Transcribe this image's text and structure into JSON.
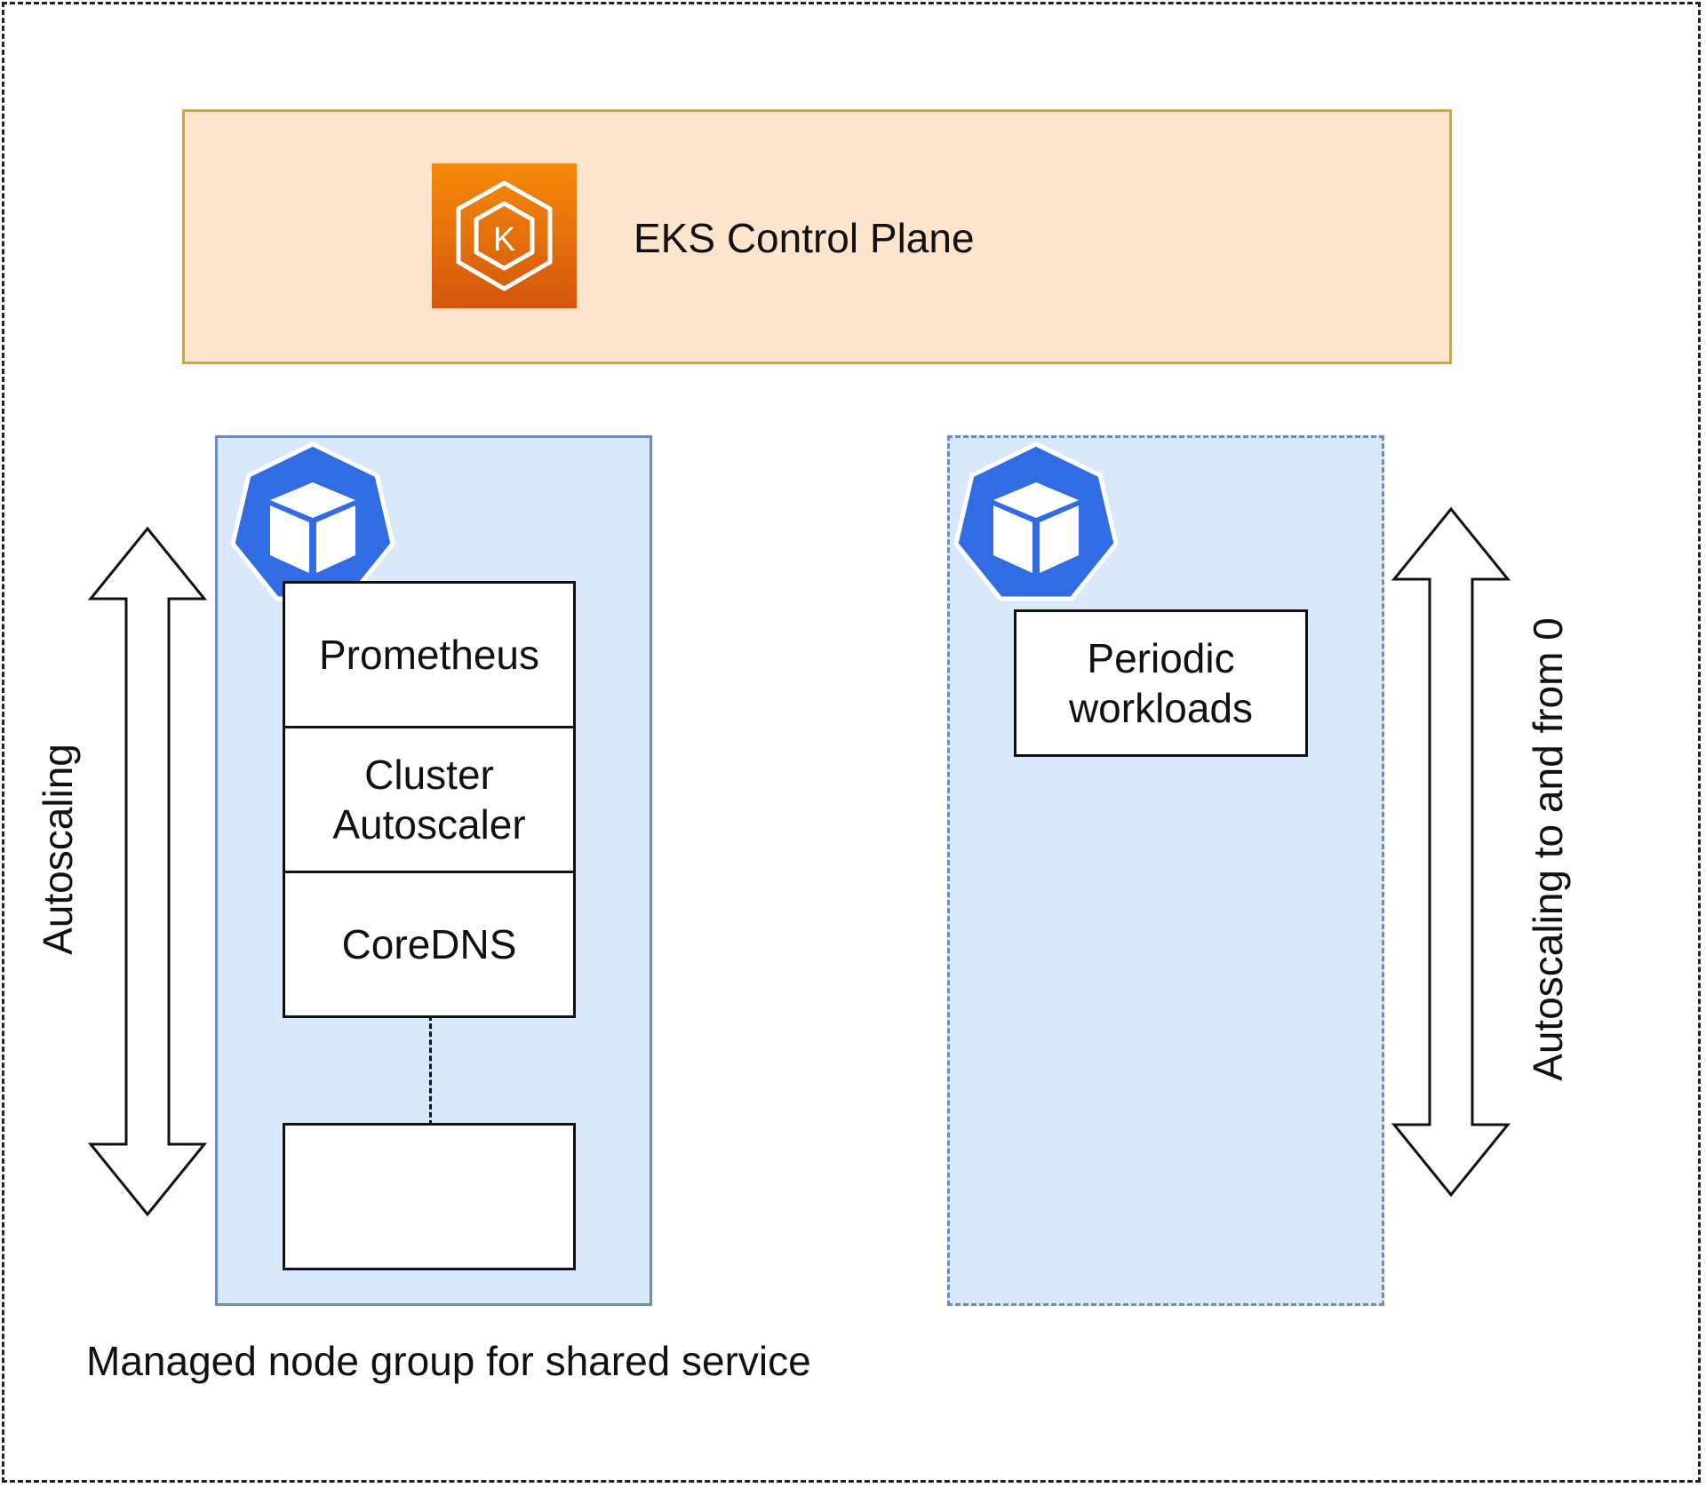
{
  "control_plane": {
    "label": "EKS Control Plane"
  },
  "shared_group": {
    "pods": [
      "Prometheus",
      "Cluster\nAutoscaler",
      "CoreDNS",
      ""
    ],
    "scaling_label": "Autoscaling",
    "caption": "Managed node group for shared service"
  },
  "periodic_group": {
    "pod": "Periodic\nworkloads",
    "scaling_label": "Autoscaling to and from 0"
  },
  "colors": {
    "control_plane_fill": "#fde5cd",
    "control_plane_border": "#d9a52a",
    "node_group_fill": "#dae8fc",
    "node_group_border": "#6c8ebf",
    "k8s_blue": "#326ce5",
    "eks_orange": "#e8770b"
  },
  "icons": [
    "eks-icon",
    "kubernetes-node-icon",
    "kubernetes-node-icon",
    "double-arrow-icon",
    "double-arrow-icon"
  ]
}
